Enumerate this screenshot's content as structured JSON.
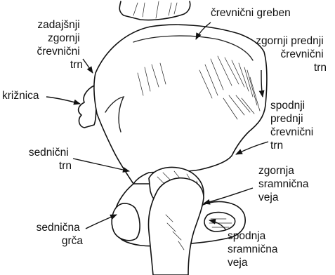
{
  "labels": {
    "crevnicni_greben": [
      "črevnični greben"
    ],
    "zadajsnji_trn": [
      "zadajšnji",
      "zgornji",
      "črevnični",
      "trn"
    ],
    "zgornji_prednji_trn": [
      "zgornji prednji",
      "črevnični",
      "trn"
    ],
    "kriznica": [
      "križnica"
    ],
    "spodnji_prednji_trn": [
      "spodnji",
      "prednji",
      "črevnični",
      "trn"
    ],
    "sednicni_trn": [
      "sednični",
      "trn"
    ],
    "zgornja_veja": [
      "zgornja",
      "sramnična",
      "veja"
    ],
    "sednicna_grca": [
      "sednična",
      "grča"
    ],
    "spodnja_veja": [
      "spodnja",
      "sramnična",
      "veja"
    ]
  }
}
